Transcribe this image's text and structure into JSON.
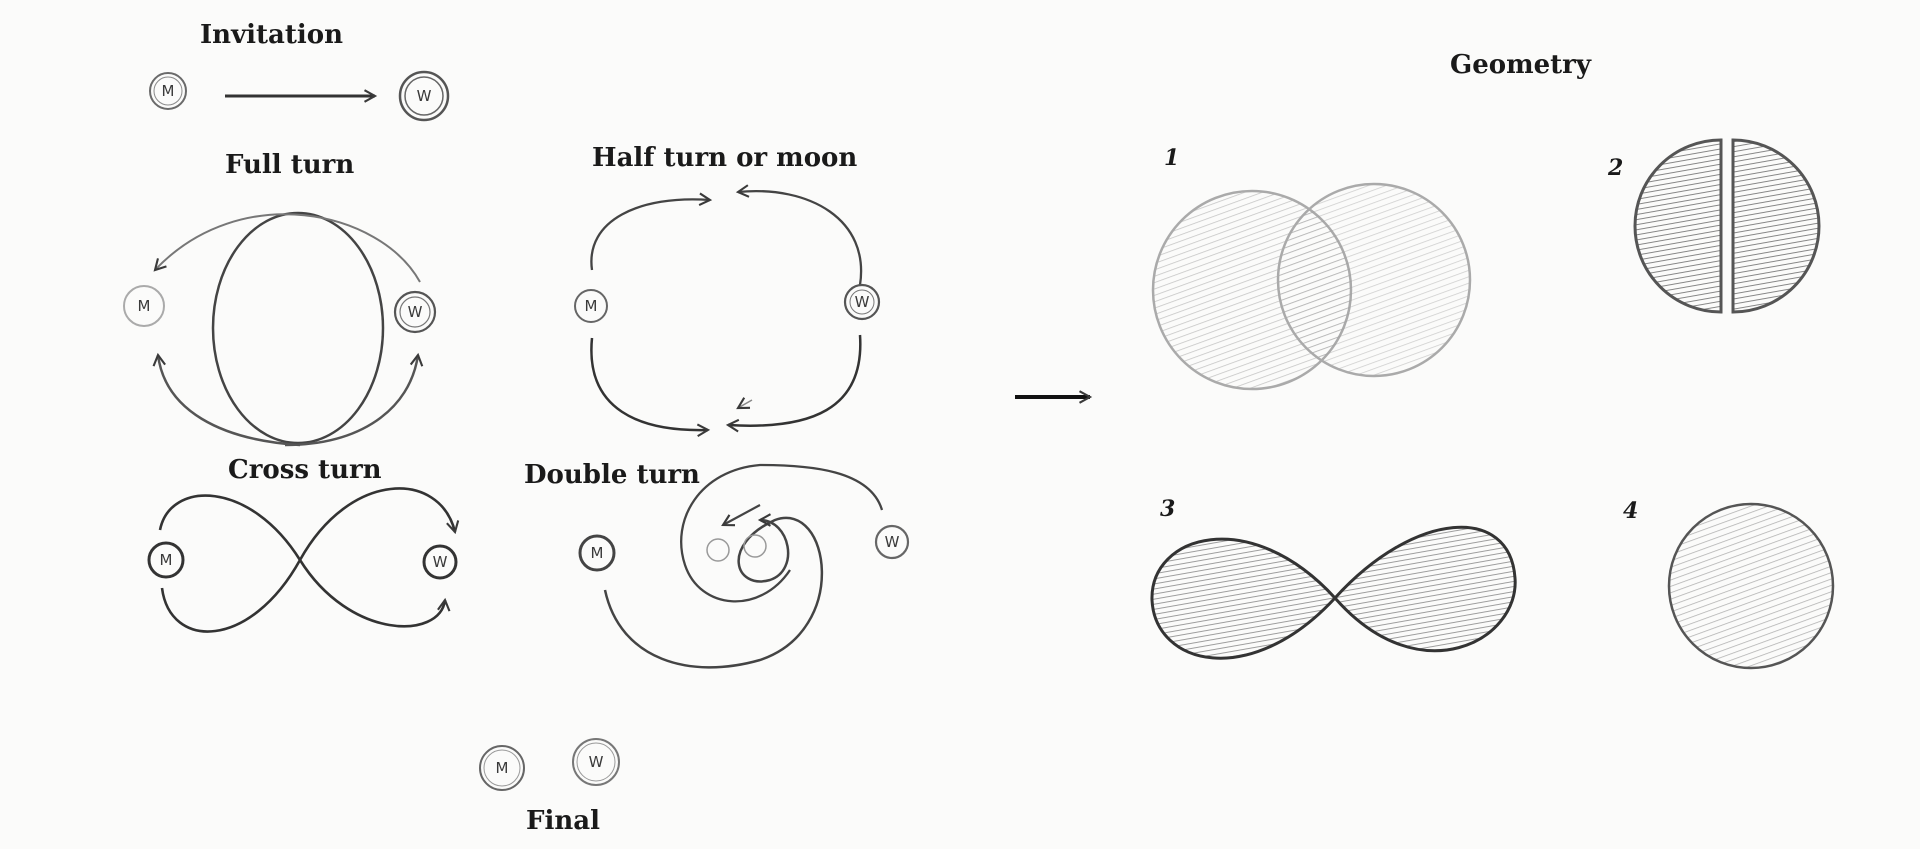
{
  "labels": {
    "invitation": "Invitation",
    "full_turn": "Full turn",
    "half_turn": "Half turn or moon",
    "cross_turn": "Cross turn",
    "double_turn": "Double turn",
    "final": "Final",
    "geometry": "Geometry"
  },
  "node_letters": {
    "man": "M",
    "woman": "W"
  },
  "geometry_numbers": [
    "1",
    "2",
    "3",
    "4"
  ],
  "colors": {
    "ink": "#333333",
    "shade": "#9a9a9a",
    "paper": "#fbfbfa"
  }
}
